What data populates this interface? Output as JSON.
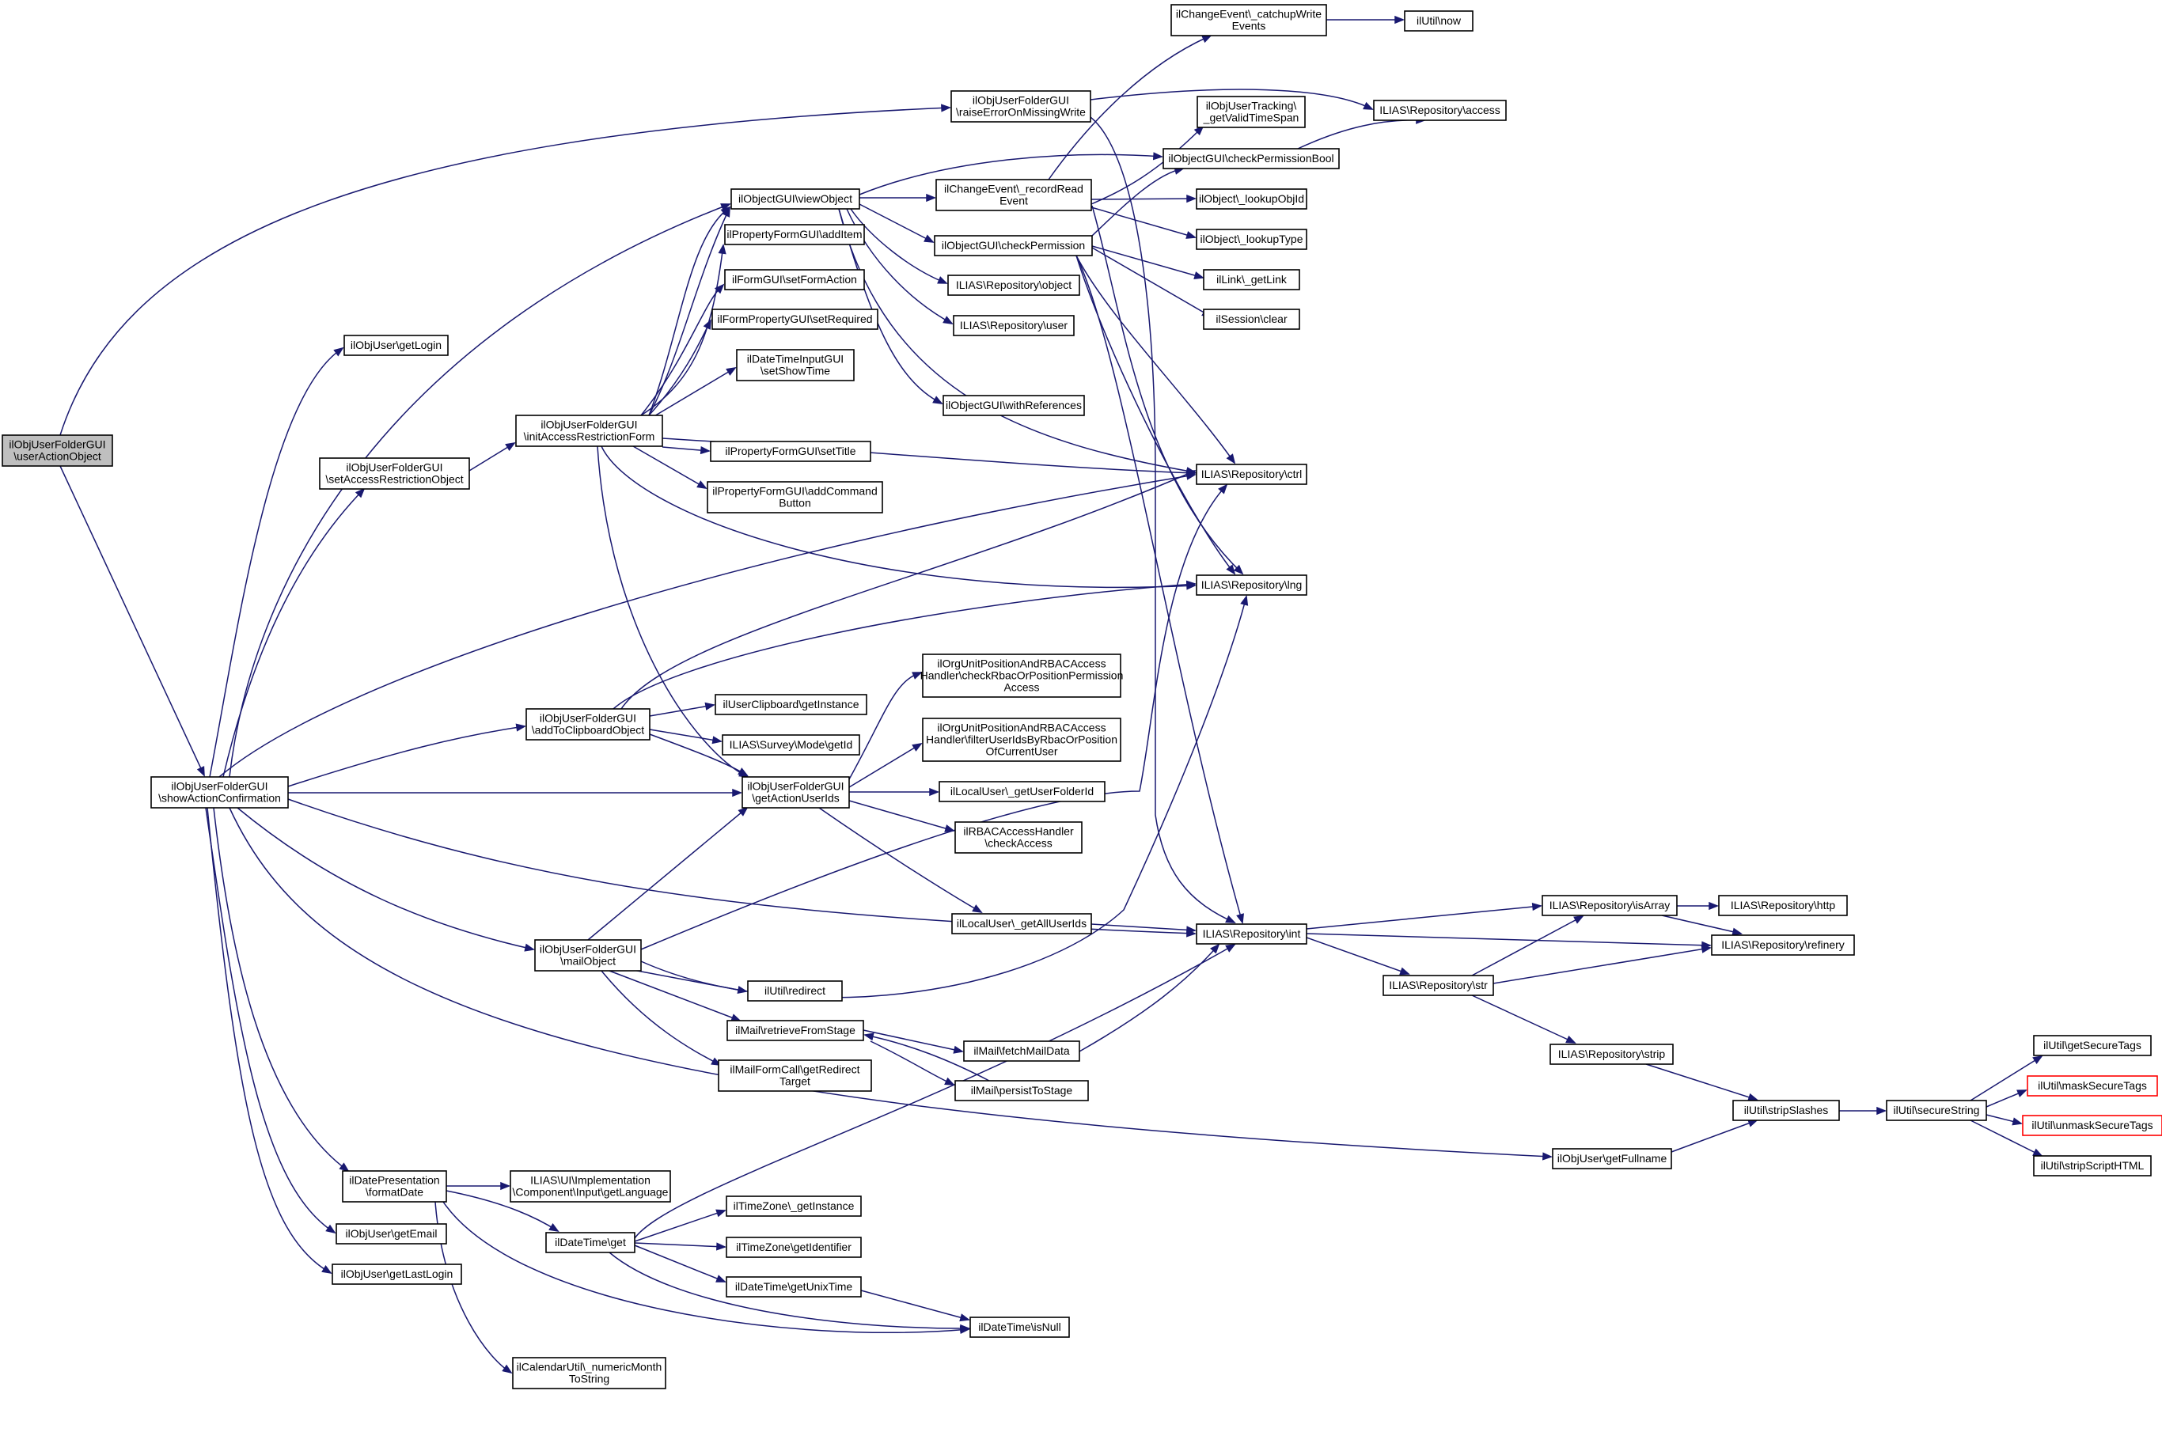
{
  "colors": {
    "edge": "#191970",
    "root_fill": "#bfbfbf",
    "node_border": "#000000",
    "truncated_border": "#ff0000"
  },
  "nodes": [
    {
      "id": "n0",
      "lines": [
        "ilObjUserFolderGUI",
        "\\userActionObject"
      ],
      "root": true
    },
    {
      "id": "n1",
      "lines": [
        "ilObjUserFolderGUI",
        "\\raiseErrorOnMissingWrite"
      ]
    },
    {
      "id": "n2",
      "lines": [
        "ilObjUserFolderGUI",
        "\\showActionConfirmation"
      ]
    },
    {
      "id": "n3",
      "lines": [
        "ilChangeEvent\\_catchupWrite",
        "Events"
      ]
    },
    {
      "id": "n4",
      "lines": [
        "ILIAS\\Repository\\access"
      ]
    },
    {
      "id": "n5",
      "lines": [
        "ilObjUserFolderGUI",
        "\\addToClipboardObject"
      ]
    },
    {
      "id": "n6",
      "lines": [
        "ILIAS\\Repository\\ctrl"
      ]
    },
    {
      "id": "n7",
      "lines": [
        "ilDatePresentation",
        "\\formatDate"
      ]
    },
    {
      "id": "n8",
      "lines": [
        "ilObjUserFolderGUI",
        "\\getActionUserIds"
      ]
    },
    {
      "id": "n9",
      "lines": [
        "ilObjUser\\getEmail"
      ]
    },
    {
      "id": "n10",
      "lines": [
        "ilObjUser\\getFullname"
      ]
    },
    {
      "id": "n11",
      "lines": [
        "ilObjUser\\getLastLogin"
      ]
    },
    {
      "id": "n12",
      "lines": [
        "ilObjUser\\getLogin"
      ]
    },
    {
      "id": "n13",
      "lines": [
        "ILIAS\\Repository\\int"
      ]
    },
    {
      "id": "n14",
      "lines": [
        "ILIAS\\Repository\\lng"
      ]
    },
    {
      "id": "n15",
      "lines": [
        "ilObjUserFolderGUI",
        "\\mailObject"
      ]
    },
    {
      "id": "n16",
      "lines": [
        "ilObjUserFolderGUI",
        "\\setAccessRestrictionObject"
      ]
    },
    {
      "id": "n17",
      "lines": [
        "ilObjectGUI\\viewObject"
      ]
    },
    {
      "id": "n18",
      "lines": [
        "ilUtil\\now"
      ]
    },
    {
      "id": "n19",
      "lines": [
        "ilUserClipboard\\getInstance"
      ]
    },
    {
      "id": "n20",
      "lines": [
        "ILIAS\\Survey\\Mode\\getId"
      ]
    },
    {
      "id": "n21",
      "lines": [
        "ilLocalUser\\_getAllUserIds"
      ]
    },
    {
      "id": "n22",
      "lines": [
        "ilLocalUser\\_getUserFolderId"
      ]
    },
    {
      "id": "n23",
      "lines": [
        "ilOrgUnitPositionAndRBACAccess",
        "Handler\\checkRbacOrPositionPermission",
        "Access"
      ]
    },
    {
      "id": "n24",
      "lines": [
        "ilOrgUnitPositionAndRBACAccess",
        "Handler\\filterUserIdsByRbacOrPosition",
        "OfCurrentUser"
      ]
    },
    {
      "id": "n25",
      "lines": [
        "ilRBACAccessHandler",
        "\\checkAccess"
      ]
    },
    {
      "id": "n26",
      "lines": [
        "ILIAS\\UI\\Implementation",
        "\\Component\\Input\\getLanguage"
      ]
    },
    {
      "id": "n27",
      "lines": [
        "ilCalendarUtil\\_numericMonth",
        "ToString"
      ]
    },
    {
      "id": "n28",
      "lines": [
        "ilDateTime\\get"
      ]
    },
    {
      "id": "n29",
      "lines": [
        "ilDateTime\\isNull"
      ]
    },
    {
      "id": "n30",
      "lines": [
        "ilTimeZone\\_getInstance"
      ]
    },
    {
      "id": "n31",
      "lines": [
        "ilTimeZone\\getIdentifier"
      ]
    },
    {
      "id": "n32",
      "lines": [
        "ilDateTime\\getUnixTime"
      ]
    },
    {
      "id": "n33",
      "lines": [
        "ilUtil\\stripSlashes"
      ]
    },
    {
      "id": "n34",
      "lines": [
        "ilUtil\\secureString"
      ]
    },
    {
      "id": "n35",
      "lines": [
        "ilUtil\\getSecureTags"
      ]
    },
    {
      "id": "n36",
      "lines": [
        "ilUtil\\maskSecureTags"
      ],
      "truncated": true
    },
    {
      "id": "n37",
      "lines": [
        "ilUtil\\unmaskSecureTags"
      ],
      "truncated": true
    },
    {
      "id": "n38",
      "lines": [
        "ilUtil\\stripScriptHTML"
      ]
    },
    {
      "id": "n39",
      "lines": [
        "ILIAS\\Repository\\isArray"
      ]
    },
    {
      "id": "n40",
      "lines": [
        "ILIAS\\Repository\\refinery"
      ]
    },
    {
      "id": "n41",
      "lines": [
        "ILIAS\\Repository\\str"
      ]
    },
    {
      "id": "n42",
      "lines": [
        "ILIAS\\Repository\\http"
      ]
    },
    {
      "id": "n43",
      "lines": [
        "ILIAS\\Repository\\strip"
      ]
    },
    {
      "id": "n44",
      "lines": [
        "ilMail\\retrieveFromStage"
      ]
    },
    {
      "id": "n45",
      "lines": [
        "ilMailFormCall\\getRedirect",
        "Target"
      ]
    },
    {
      "id": "n46",
      "lines": [
        "ilUtil\\redirect"
      ]
    },
    {
      "id": "n47",
      "lines": [
        "ilMail\\fetchMailData"
      ]
    },
    {
      "id": "n48",
      "lines": [
        "ilMail\\persistToStage"
      ]
    },
    {
      "id": "n49",
      "lines": [
        "ilObjUserFolderGUI",
        "\\initAccessRestrictionForm"
      ]
    },
    {
      "id": "n50",
      "lines": [
        "ilPropertyFormGUI\\addCommand",
        "Button"
      ]
    },
    {
      "id": "n51",
      "lines": [
        "ilPropertyFormGUI\\addItem"
      ]
    },
    {
      "id": "n52",
      "lines": [
        "ilFormPropertyGUI\\setRequired"
      ]
    },
    {
      "id": "n53",
      "lines": [
        "ilFormGUI\\setFormAction"
      ]
    },
    {
      "id": "n54",
      "lines": [
        "ilDateTimeInputGUI",
        "\\setShowTime"
      ]
    },
    {
      "id": "n55",
      "lines": [
        "ilPropertyFormGUI\\setTitle"
      ]
    },
    {
      "id": "n56",
      "lines": [
        "ilChangeEvent\\_recordRead",
        "Event"
      ]
    },
    {
      "id": "n57",
      "lines": [
        "ilObjectGUI\\checkPermission"
      ]
    },
    {
      "id": "n58",
      "lines": [
        "ILIAS\\Repository\\object"
      ]
    },
    {
      "id": "n59",
      "lines": [
        "ILIAS\\Repository\\user"
      ]
    },
    {
      "id": "n60",
      "lines": [
        "ilObjectGUI\\withReferences"
      ]
    },
    {
      "id": "n61",
      "lines": [
        "ilObjUserTracking\\",
        "_getValidTimeSpan"
      ]
    },
    {
      "id": "n62",
      "lines": [
        "ilObjectGUI\\checkPermissionBool"
      ]
    },
    {
      "id": "n63",
      "lines": [
        "ilObject\\_lookupObjId"
      ]
    },
    {
      "id": "n64",
      "lines": [
        "ilObject\\_lookupType"
      ]
    },
    {
      "id": "n65",
      "lines": [
        "ilLink\\_getLink"
      ]
    },
    {
      "id": "n66",
      "lines": [
        "ilSession\\clear"
      ]
    }
  ]
}
